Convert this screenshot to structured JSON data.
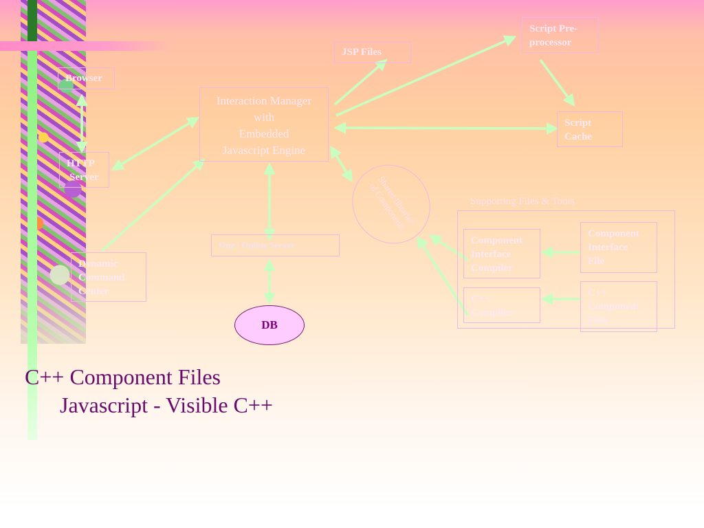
{
  "diagram": {
    "browser": "Browser",
    "http_server_line1": "HTTP",
    "http_server_line2": "Server",
    "dcc_line1": "Dynamic",
    "dcc_line2": "Command",
    "dcc_line3": "Center",
    "im_line1": "Interaction Manager",
    "im_line2": "with",
    "im_line3": "Embedded",
    "im_line4": "Javascript Engine",
    "jsp_files": "JSP Files",
    "script_pre_line1": "Script Pre-",
    "script_pre_line2": "processor",
    "script_cache_line1": "Script",
    "script_cache_line2": "Cache",
    "object_server": "One / Online Server",
    "db": "DB",
    "ellipse_line1": "Shared libraries",
    "ellipse_line2": "of Components",
    "supporting_label": "Supporting  Files & Tools",
    "cic_line1": "Component",
    "cic_line2": "Interface",
    "cic_line3": "Compiler",
    "cpp_compiler_line1": "C++",
    "cpp_compiler_line2": "Compiler",
    "cif_line1": "Component",
    "cif_line2": "Interface",
    "cif_line3": "File",
    "ccf_line1": "C++",
    "ccf_line2": "Component",
    "ccf_line3": "Files"
  },
  "title": {
    "line1": "C++ Component Files",
    "line2": "Javascript - Visible C++"
  },
  "colors": {
    "arrow": "#c8ffc0",
    "title": "#6a0a6a",
    "db_fill": "#ffccff",
    "box_border": "#f0b8e0"
  }
}
